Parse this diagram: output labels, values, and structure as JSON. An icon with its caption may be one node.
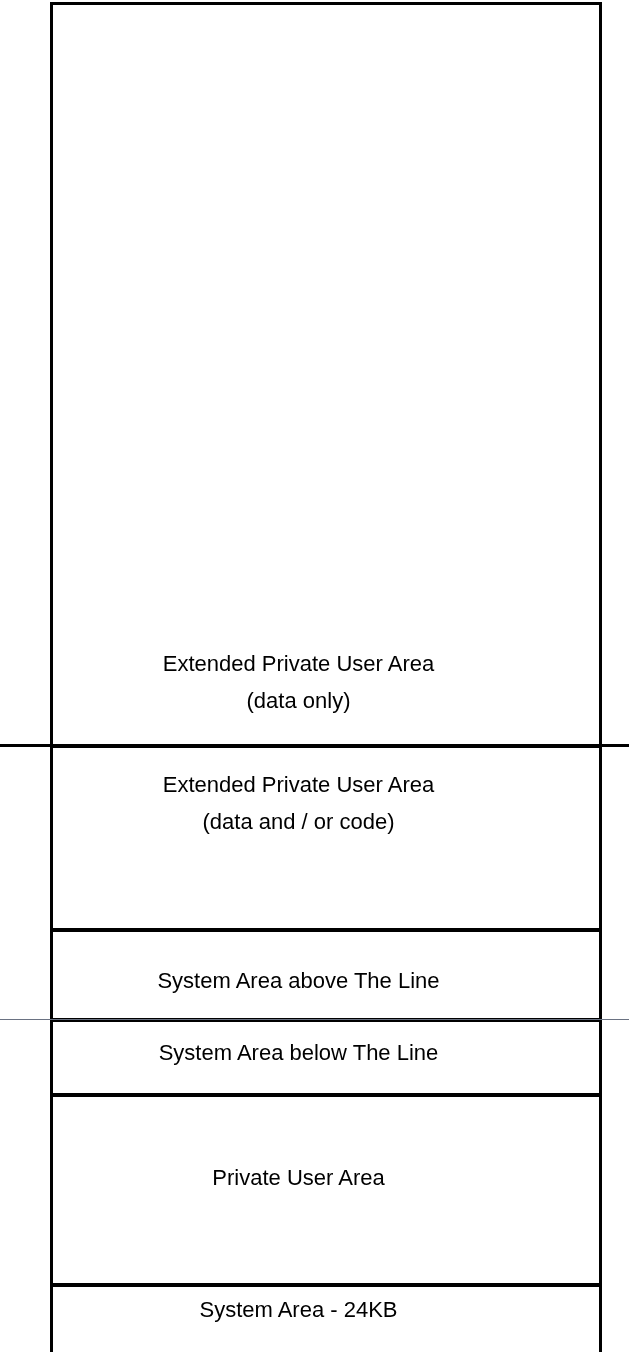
{
  "diagram": {
    "nodes": [
      {
        "text": [
          "Extended Private User Area",
          "(data only)"
        ]
      },
      {
        "text": [
          "Extended Private User Area",
          "(data and / or code)"
        ]
      },
      {
        "text": [
          "System Area above The Line"
        ]
      },
      {
        "text": [
          "System Area below The Line"
        ]
      },
      {
        "text": [
          "Private User Area"
        ]
      },
      {
        "text": [
          "System Area - 24KB"
        ]
      }
    ]
  }
}
